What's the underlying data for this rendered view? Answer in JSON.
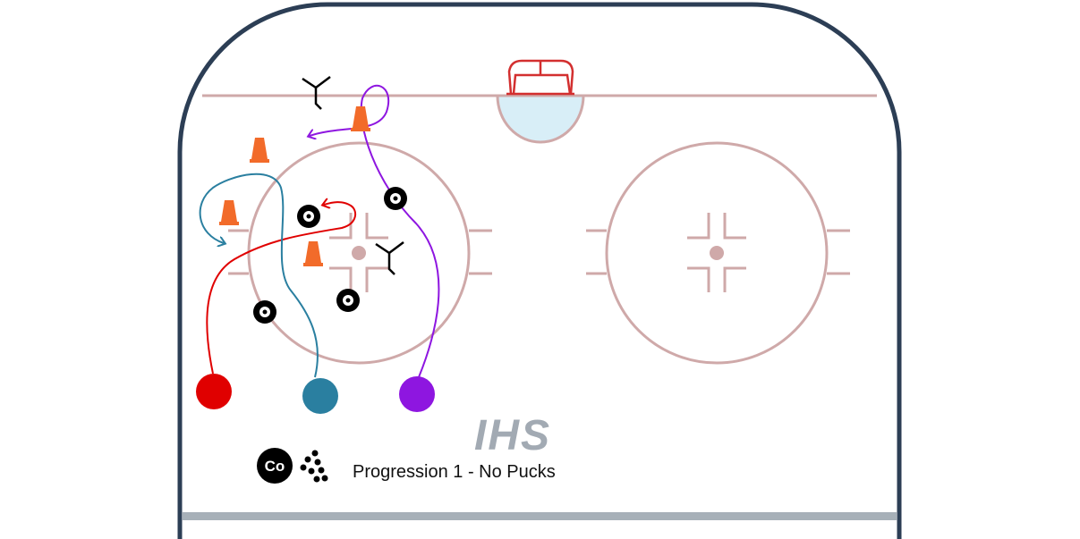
{
  "colors": {
    "boards": "#2c3e55",
    "markings": "#cfa9a9",
    "goal": "#d32f2f",
    "crease": "#d8eef7",
    "cone": "#f26b2a",
    "red_player": "#e00000",
    "blue_player": "#2a7fa0",
    "purple_player": "#8e16e0",
    "logo": "#a2aab3",
    "bottom_line": "#a7b0b8"
  },
  "diagram": {
    "logo_text": "IHS",
    "coach_label": "Co",
    "caption": "Progression 1 - No Pucks",
    "icons": {
      "coach": "coach-circle-icon",
      "pucks": "puck-pile-icon",
      "cone": "cone-icon",
      "obstacle": "tire-icon",
      "defender": "defender-stick-icon"
    }
  }
}
